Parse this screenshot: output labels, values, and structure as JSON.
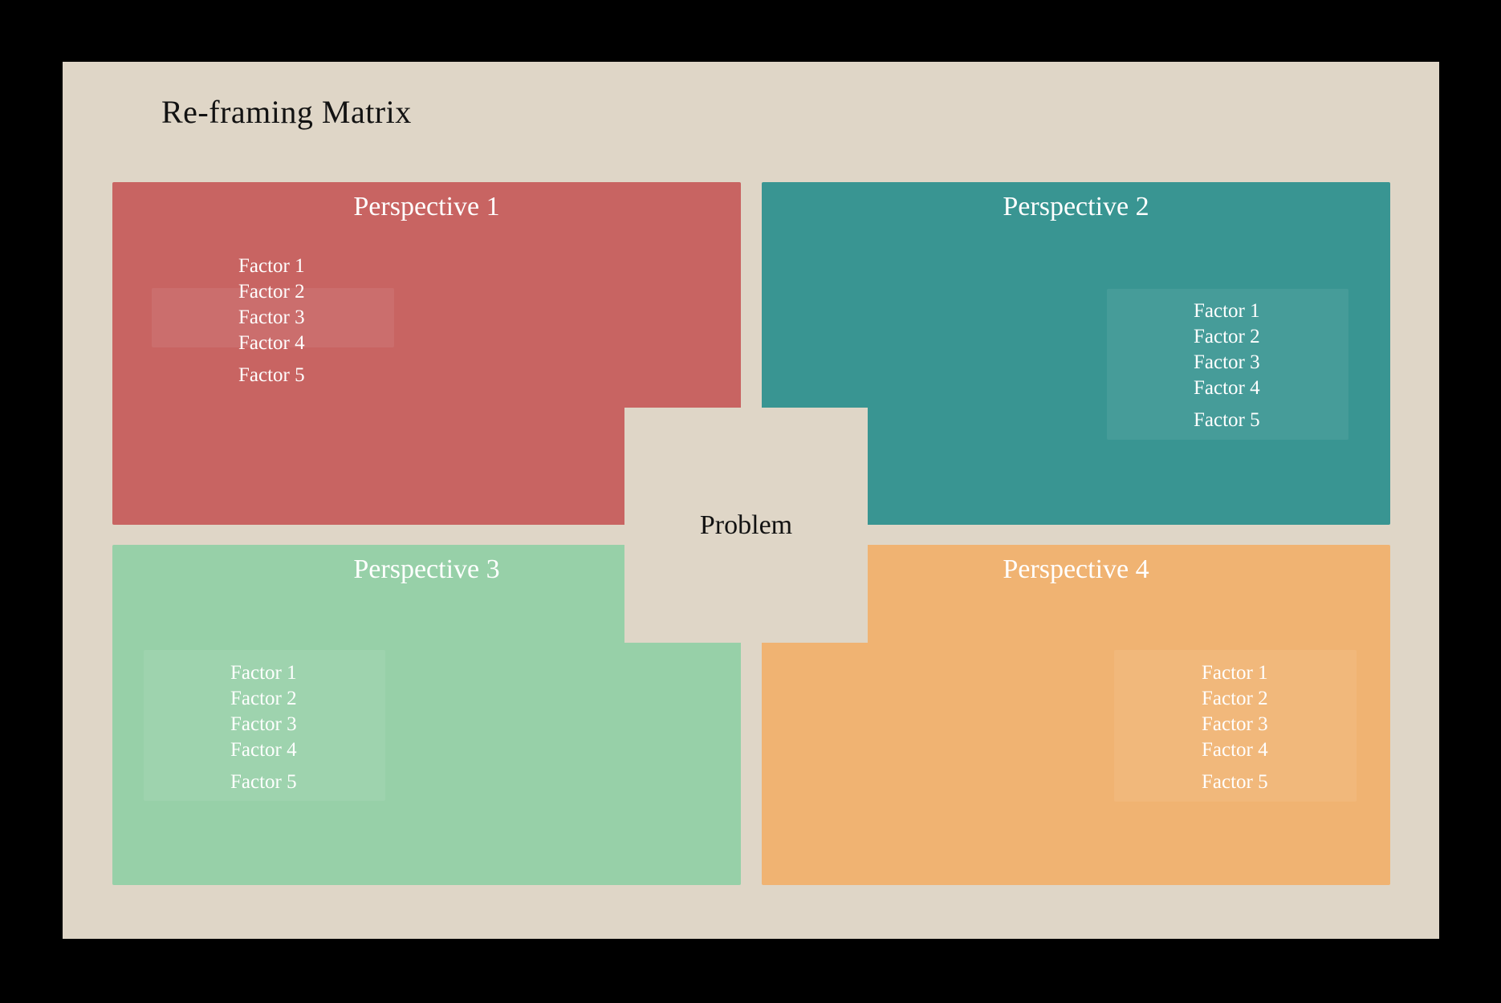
{
  "title": "Re-framing Matrix",
  "problem": {
    "label": "Problem"
  },
  "perspectives": [
    {
      "label": "Perspective 1",
      "color": "#c86462",
      "factors": [
        "Factor 1",
        "Factor 2",
        "Factor 3",
        "Factor 4",
        "Factor 5"
      ]
    },
    {
      "label": "Perspective 2",
      "color": "#399592",
      "factors": [
        "Factor 1",
        "Factor 2",
        "Factor 3",
        "Factor 4",
        "Factor 5"
      ]
    },
    {
      "label": "Perspective 3",
      "color": "#97d0a8",
      "factors": [
        "Factor 1",
        "Factor 2",
        "Factor 3",
        "Factor 4",
        "Factor 5"
      ]
    },
    {
      "label": "Perspective 4",
      "color": "#f0b372",
      "factors": [
        "Factor 1",
        "Factor 2",
        "Factor 3",
        "Factor 4",
        "Factor 5"
      ]
    }
  ],
  "colors": {
    "page_background": "#000000",
    "panel_background": "#dfd6c7",
    "problem_background": "#dfd6c7",
    "title_text": "#121212",
    "quadrant_text": "#ffffff"
  }
}
